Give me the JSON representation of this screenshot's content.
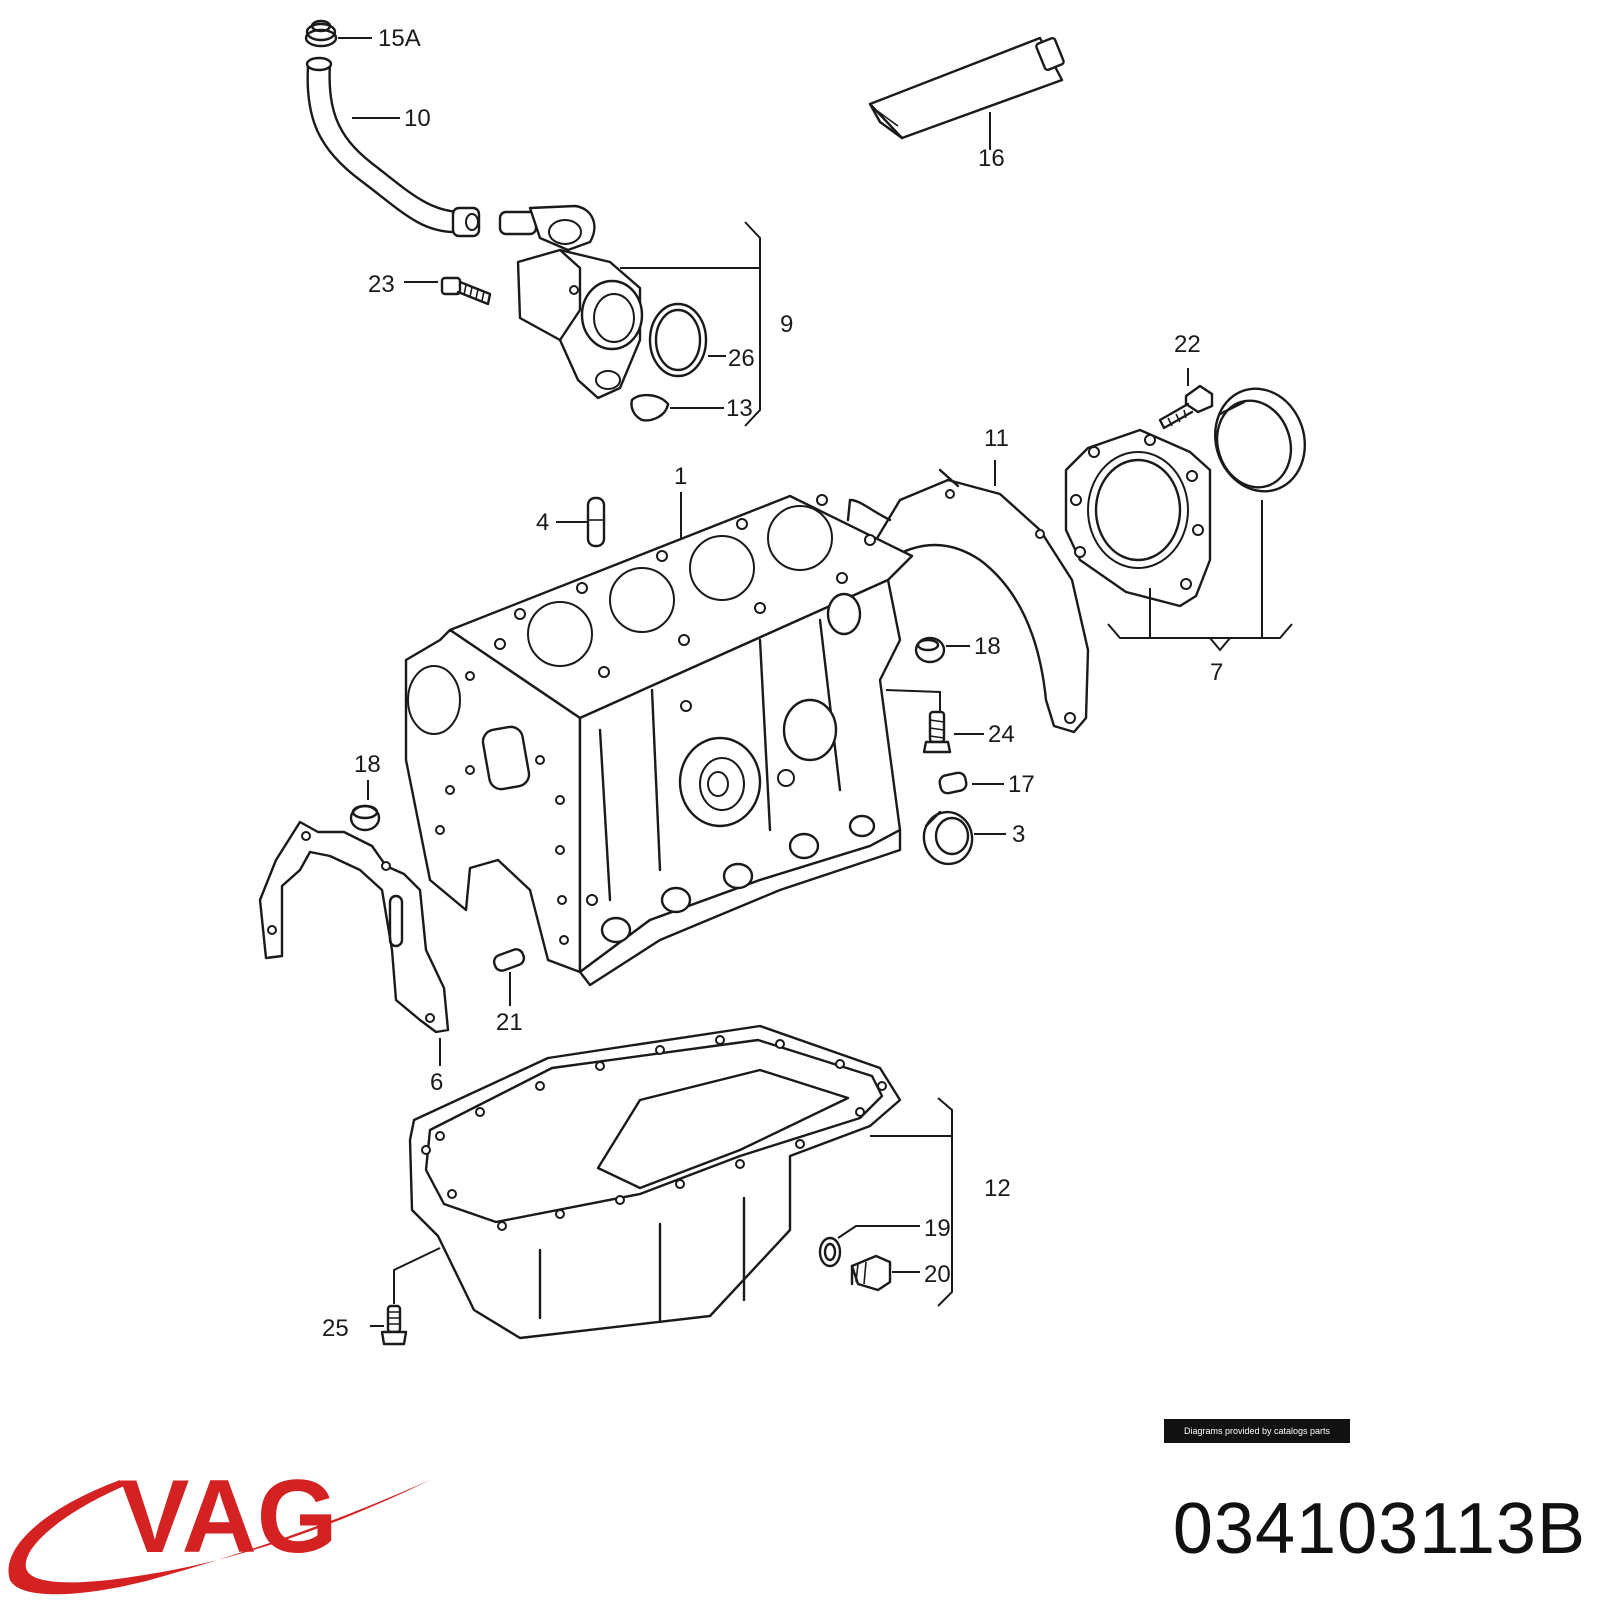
{
  "diagram": {
    "callouts": {
      "c15a": "15A",
      "c10": "10",
      "c16": "16",
      "c23": "23",
      "c9": "9",
      "c26": "26",
      "c13": "13",
      "c22": "22",
      "c11": "11",
      "c1": "1",
      "c4": "4",
      "c18a": "18",
      "c7": "7",
      "c24": "24",
      "c18b": "18",
      "c17": "17",
      "c3": "3",
      "c21": "21",
      "c6": "6",
      "c12": "12",
      "c19": "19",
      "c20": "20",
      "c25": "25"
    }
  },
  "footer": {
    "credit": "Diagrams provided by catalogs parts",
    "part_number": "034103113B",
    "brand": "VAG"
  },
  "colors": {
    "brand_red": "#d42121",
    "ink": "#1a1a1a"
  }
}
